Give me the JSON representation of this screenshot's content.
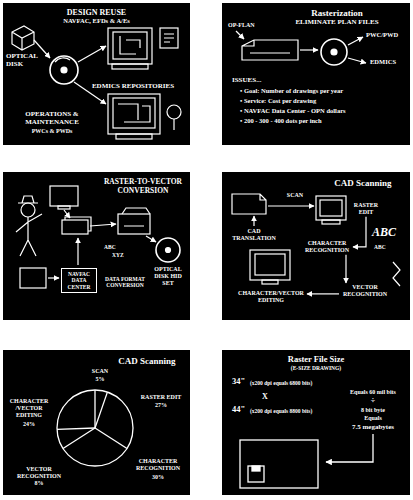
{
  "diagram": {
    "nodes": [
      {
        "text": [
          "DESIGN REUSE",
          "NAVFAC, EFDs & A/Es"
        ]
      },
      {
        "text": [
          "Rasterization",
          "ELIMINATE PLAN FILES"
        ]
      },
      {
        "text": [
          "RASTER-TO-VECTOR CONVERSION"
        ]
      },
      {
        "text": [
          "NAVFAC DATA CENTER"
        ],
        "in": 2
      },
      {
        "text": [
          "CAD Scanning"
        ]
      },
      {
        "text": [
          "RASTER EDIT"
        ],
        "in": 4
      },
      {
        "text": [
          "CHARACTER RECOGNITION"
        ],
        "in": 4
      },
      {
        "text": [
          "VECTOR RECOGNITION"
        ],
        "in": 4
      },
      {
        "text": [
          "CHARACTER/VECTOR EDITING"
        ],
        "in": 4
      },
      {
        "text": [
          "CAD Scanning"
        ]
      },
      {
        "text": [
          "Raster File Size",
          "(E-SIZE DRAWING)"
        ]
      }
    ],
    "edges": [
      {
        "from": 5,
        "to": 6,
        "arrow": "to"
      },
      {
        "from": 6,
        "to": 7,
        "arrow": "to"
      },
      {
        "from": 7,
        "to": 8,
        "arrow": "to"
      }
    ],
    "labels": [
      "OPTICAL DISK",
      "EDMICS REPOSITORIES",
      "OPERATIONS & MAINTENANCE",
      "PWCs & PWDs",
      "OP-FLAN",
      "PWC/PWD",
      "EDMICS",
      "ISSUES...",
      "• Goal: Number of drawings per year",
      "• Service: Cost per drawing",
      "• NAVFAC Data Center - OPN dollars",
      "• 200 - 300 - 400 dots per inch",
      "ABC",
      "XYZ",
      "DATA FORMAT CONVERSION",
      "OPTICAL DISK HID SET",
      "SCAN",
      "ABC",
      "ABC",
      "CAD TRANSLATION",
      "SCAN",
      "5%",
      "RASTER EDIT",
      "27%",
      "CHARACTER RECOGNITION",
      "30%",
      "VECTOR RECOGNITION",
      "8%",
      "CHARACTER /VECTOR EDITING",
      "24%",
      "34\"",
      "(x200 dpi equals 6800 bits)",
      "X",
      "44\"",
      "(x200 dpi equals 8800 bits)",
      "Equals 60 mil bits",
      "÷",
      "8 bit byte",
      "Equals",
      "7.5 megabytes"
    ]
  }
}
